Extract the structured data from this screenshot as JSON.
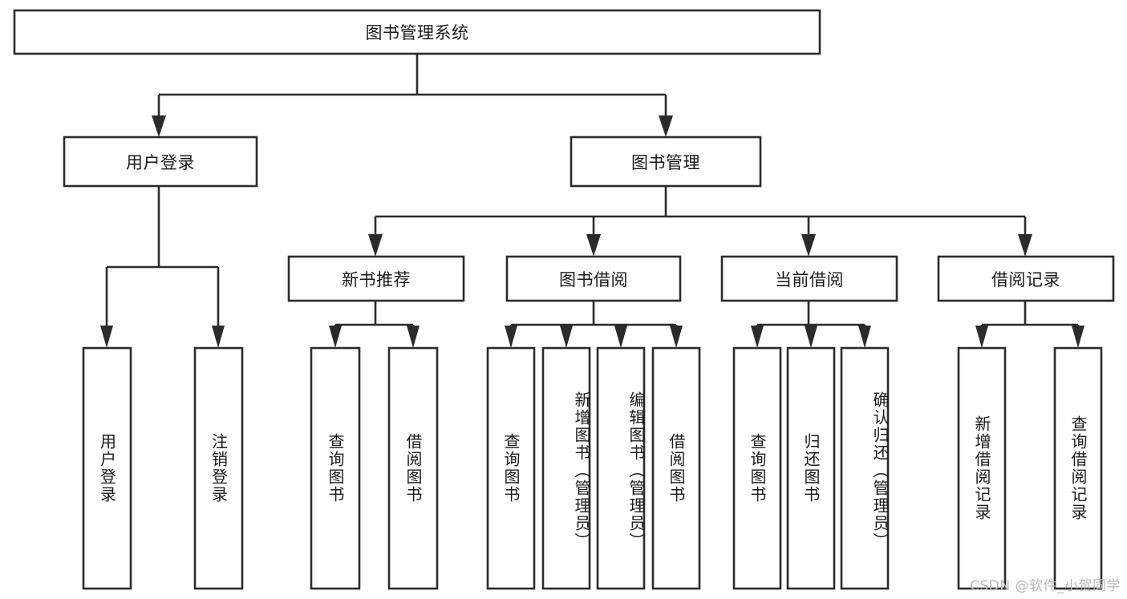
{
  "diagram": {
    "type": "tree",
    "title": "图书管理系统",
    "root": {
      "id": "root",
      "label": "图书管理系统",
      "orientation": "horizontal"
    },
    "level2": [
      {
        "id": "user-login",
        "label": "用户登录",
        "orientation": "horizontal"
      },
      {
        "id": "book-manage",
        "label": "图书管理",
        "orientation": "horizontal"
      }
    ],
    "level3": [
      {
        "id": "new-book-rec",
        "label": "新书推荐",
        "orientation": "horizontal",
        "parent": "book-manage"
      },
      {
        "id": "book-borrow",
        "label": "图书借阅",
        "orientation": "horizontal",
        "parent": "book-manage"
      },
      {
        "id": "current-borrow",
        "label": "当前借阅",
        "orientation": "horizontal",
        "parent": "book-manage"
      },
      {
        "id": "borrow-record",
        "label": "借阅记录",
        "orientation": "horizontal",
        "parent": "book-manage"
      }
    ],
    "leaves": [
      {
        "id": "leaf-user-login",
        "label": "用户登录",
        "orientation": "vertical",
        "parent": "user-login"
      },
      {
        "id": "leaf-user-logout",
        "label": "注销登录",
        "orientation": "vertical",
        "parent": "user-login"
      },
      {
        "id": "leaf-rec-query-book",
        "label": "查询图书",
        "orientation": "vertical",
        "parent": "new-book-rec"
      },
      {
        "id": "leaf-rec-borrow-book",
        "label": "借阅图书",
        "orientation": "vertical",
        "parent": "new-book-rec"
      },
      {
        "id": "leaf-borrow-query-book",
        "label": "查询图书",
        "orientation": "vertical",
        "parent": "book-borrow"
      },
      {
        "id": "leaf-borrow-add-book",
        "label": "新增图书（管理员）",
        "orientation": "vertical",
        "parent": "book-borrow"
      },
      {
        "id": "leaf-borrow-edit-book",
        "label": "编辑图书（管理员）",
        "orientation": "vertical",
        "parent": "book-borrow"
      },
      {
        "id": "leaf-borrow-borrow-book",
        "label": "借阅图书",
        "orientation": "vertical",
        "parent": "book-borrow"
      },
      {
        "id": "leaf-current-query-book",
        "label": "查询图书",
        "orientation": "vertical",
        "parent": "current-borrow"
      },
      {
        "id": "leaf-current-return-book",
        "label": "归还图书",
        "orientation": "vertical",
        "parent": "current-borrow"
      },
      {
        "id": "leaf-current-confirm-return",
        "label": "确认归还（管理员）",
        "orientation": "vertical",
        "parent": "current-borrow"
      },
      {
        "id": "leaf-record-add",
        "label": "新增借阅记录",
        "orientation": "vertical",
        "parent": "borrow-record"
      },
      {
        "id": "leaf-record-query",
        "label": "查询借阅记录",
        "orientation": "vertical",
        "parent": "borrow-record"
      }
    ],
    "colors": {
      "box_stroke": "#2b2b2b",
      "box_fill": "#ffffff",
      "text": "#1a1a1a",
      "background": "#ffffff",
      "watermark": "#b9b9b9"
    }
  },
  "watermark": {
    "text": "CSDN @软件_小贺同学"
  }
}
